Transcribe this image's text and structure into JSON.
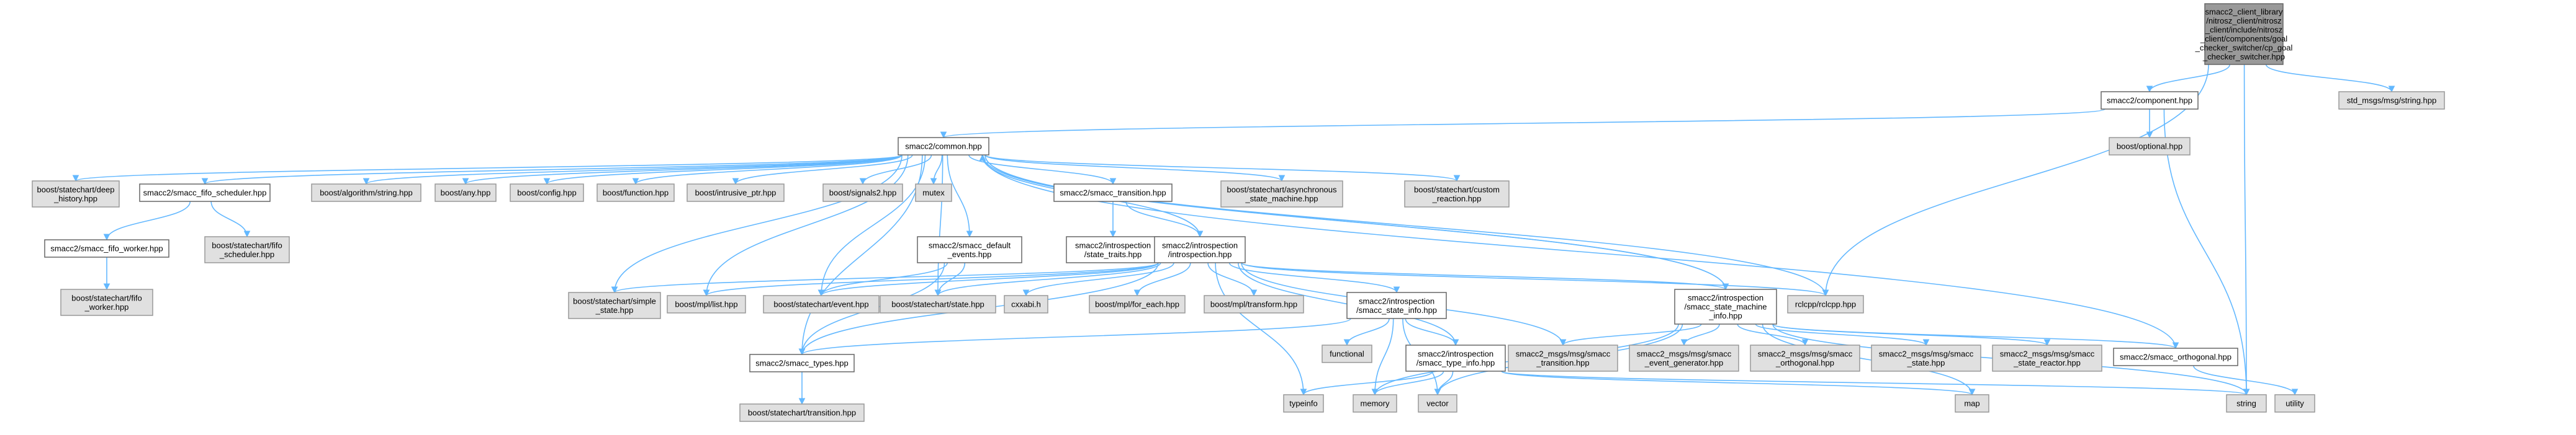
{
  "nodes": [
    {
      "id": "root",
      "lines": [
        "smacc2_client_library",
        "/nitrosz_client/nitrosz",
        "_client/include/nitrosz",
        "_client/components/goal",
        "_checker_switcher/cp_goal",
        "_checker_switcher.hpp"
      ],
      "style": "root"
    },
    {
      "id": "component",
      "lines": [
        "smacc2/component.hpp"
      ],
      "style": "white"
    },
    {
      "id": "std_msgs",
      "lines": [
        "std_msgs/msg/string.hpp"
      ],
      "style": "gray"
    },
    {
      "id": "optional",
      "lines": [
        "boost/optional.hpp"
      ],
      "style": "gray"
    },
    {
      "id": "common",
      "lines": [
        "smacc2/common.hpp"
      ],
      "style": "white"
    },
    {
      "id": "deep_history",
      "lines": [
        "boost/statechart/deep",
        "_history.hpp"
      ],
      "style": "gray"
    },
    {
      "id": "fifo_scheduler",
      "lines": [
        "smacc2/smacc_fifo_scheduler.hpp"
      ],
      "style": "white"
    },
    {
      "id": "algorithm",
      "lines": [
        "boost/algorithm/string.hpp"
      ],
      "style": "gray"
    },
    {
      "id": "any",
      "lines": [
        "boost/any.hpp"
      ],
      "style": "gray"
    },
    {
      "id": "config",
      "lines": [
        "boost/config.hpp"
      ],
      "style": "gray"
    },
    {
      "id": "function",
      "lines": [
        "boost/function.hpp"
      ],
      "style": "gray"
    },
    {
      "id": "intrusive",
      "lines": [
        "boost/intrusive_ptr.hpp"
      ],
      "style": "gray"
    },
    {
      "id": "signals2",
      "lines": [
        "boost/signals2.hpp"
      ],
      "style": "gray"
    },
    {
      "id": "mutex",
      "lines": [
        "mutex"
      ],
      "style": "gray"
    },
    {
      "id": "smacc_transition",
      "lines": [
        "smacc2/smacc_transition.hpp"
      ],
      "style": "white"
    },
    {
      "id": "async_sm",
      "lines": [
        "boost/statechart/asynchronous",
        "_state_machine.hpp"
      ],
      "style": "gray"
    },
    {
      "id": "custom_reaction",
      "lines": [
        "boost/statechart/custom",
        "_reaction.hpp"
      ],
      "style": "gray"
    },
    {
      "id": "fifo_worker",
      "lines": [
        "smacc2/smacc_fifo_worker.hpp"
      ],
      "style": "white"
    },
    {
      "id": "sc_fifo_scheduler",
      "lines": [
        "boost/statechart/fifo",
        "_scheduler.hpp"
      ],
      "style": "gray"
    },
    {
      "id": "sc_fifo_worker",
      "lines": [
        "boost/statechart/fifo",
        "_worker.hpp"
      ],
      "style": "gray"
    },
    {
      "id": "default_events",
      "lines": [
        "smacc2/smacc_default",
        "_events.hpp"
      ],
      "style": "white"
    },
    {
      "id": "state_traits",
      "lines": [
        "smacc2/introspection",
        "/state_traits.hpp"
      ],
      "style": "white"
    },
    {
      "id": "introspection",
      "lines": [
        "smacc2/introspection",
        "/introspection.hpp"
      ],
      "style": "white"
    },
    {
      "id": "simple_state",
      "lines": [
        "boost/statechart/simple",
        "_state.hpp"
      ],
      "style": "gray"
    },
    {
      "id": "mpl_list",
      "lines": [
        "boost/mpl/list.hpp"
      ],
      "style": "gray"
    },
    {
      "id": "sc_event",
      "lines": [
        "boost/statechart/event.hpp"
      ],
      "style": "gray"
    },
    {
      "id": "sc_state",
      "lines": [
        "boost/statechart/state.hpp"
      ],
      "style": "gray"
    },
    {
      "id": "cxxabi",
      "lines": [
        "cxxabi.h"
      ],
      "style": "gray"
    },
    {
      "id": "for_each",
      "lines": [
        "boost/mpl/for_each.hpp"
      ],
      "style": "gray"
    },
    {
      "id": "transform",
      "lines": [
        "boost/mpl/transform.hpp"
      ],
      "style": "gray"
    },
    {
      "id": "sm_info",
      "lines": [
        "smacc2/introspection",
        "/smacc_state_machine",
        "_info.hpp"
      ],
      "style": "white"
    },
    {
      "id": "rclcpp",
      "lines": [
        "rclcpp/rclcpp.hpp"
      ],
      "style": "gray"
    },
    {
      "id": "state_info",
      "lines": [
        "smacc2/introspection",
        "/smacc_state_info.hpp"
      ],
      "style": "white"
    },
    {
      "id": "functional",
      "lines": [
        "functional"
      ],
      "style": "gray"
    },
    {
      "id": "type_info",
      "lines": [
        "smacc2/introspection",
        "/smacc_type_info.hpp"
      ],
      "style": "white"
    },
    {
      "id": "smacc_types",
      "lines": [
        "smacc2/smacc_types.hpp"
      ],
      "style": "white"
    },
    {
      "id": "sc_transition",
      "lines": [
        "boost/statechart/transition.hpp"
      ],
      "style": "gray"
    },
    {
      "id": "msg_transition",
      "lines": [
        "smacc2_msgs/msg/smacc",
        "_transition.hpp"
      ],
      "style": "gray"
    },
    {
      "id": "msg_event_gen",
      "lines": [
        "smacc2_msgs/msg/smacc",
        "_event_generator.hpp"
      ],
      "style": "gray"
    },
    {
      "id": "msg_orthogonal",
      "lines": [
        "smacc2_msgs/msg/smacc",
        "_orthogonal.hpp"
      ],
      "style": "gray"
    },
    {
      "id": "msg_state",
      "lines": [
        "smacc2_msgs/msg/smacc",
        "_state.hpp"
      ],
      "style": "gray"
    },
    {
      "id": "msg_state_reactor",
      "lines": [
        "smacc2_msgs/msg/smacc",
        "_state_reactor.hpp"
      ],
      "style": "gray"
    },
    {
      "id": "smacc_orthogonal",
      "lines": [
        "smacc2/smacc_orthogonal.hpp"
      ],
      "style": "white"
    },
    {
      "id": "typeinfo",
      "lines": [
        "typeinfo"
      ],
      "style": "gray"
    },
    {
      "id": "memory",
      "lines": [
        "memory"
      ],
      "style": "gray"
    },
    {
      "id": "vector",
      "lines": [
        "vector"
      ],
      "style": "gray"
    },
    {
      "id": "map",
      "lines": [
        "map"
      ],
      "style": "gray"
    },
    {
      "id": "string",
      "lines": [
        "string"
      ],
      "style": "gray"
    },
    {
      "id": "utility",
      "lines": [
        "utility"
      ],
      "style": "gray"
    }
  ],
  "edges": [
    [
      "root",
      "component"
    ],
    [
      "root",
      "std_msgs"
    ],
    [
      "root",
      "rclcpp"
    ],
    [
      "root",
      "string"
    ],
    [
      "component",
      "optional"
    ],
    [
      "component",
      "common"
    ],
    [
      "component",
      "string"
    ],
    [
      "common",
      "deep_history"
    ],
    [
      "common",
      "fifo_scheduler"
    ],
    [
      "common",
      "algorithm"
    ],
    [
      "common",
      "any"
    ],
    [
      "common",
      "config"
    ],
    [
      "common",
      "function"
    ],
    [
      "common",
      "intrusive"
    ],
    [
      "common",
      "signals2"
    ],
    [
      "common",
      "mutex"
    ],
    [
      "common",
      "smacc_transition"
    ],
    [
      "common",
      "async_sm"
    ],
    [
      "common",
      "custom_reaction"
    ],
    [
      "common",
      "default_events"
    ],
    [
      "common",
      "introspection"
    ],
    [
      "common",
      "simple_state"
    ],
    [
      "common",
      "mpl_list"
    ],
    [
      "common",
      "sc_event"
    ],
    [
      "common",
      "sc_state"
    ],
    [
      "common",
      "rclcpp"
    ],
    [
      "common",
      "smacc_types"
    ],
    [
      "common",
      "sm_info"
    ],
    [
      "fifo_scheduler",
      "fifo_worker"
    ],
    [
      "fifo_scheduler",
      "sc_fifo_scheduler"
    ],
    [
      "fifo_worker",
      "sc_fifo_worker"
    ],
    [
      "smacc_transition",
      "state_traits"
    ],
    [
      "smacc_transition",
      "introspection"
    ],
    [
      "default_events",
      "sc_event"
    ],
    [
      "default_events",
      "sc_state"
    ],
    [
      "default_events",
      "smacc_types"
    ],
    [
      "introspection",
      "simple_state"
    ],
    [
      "introspection",
      "mpl_list"
    ],
    [
      "introspection",
      "sc_event"
    ],
    [
      "introspection",
      "sc_state"
    ],
    [
      "introspection",
      "cxxabi"
    ],
    [
      "introspection",
      "for_each"
    ],
    [
      "introspection",
      "transform"
    ],
    [
      "introspection",
      "sm_info"
    ],
    [
      "introspection",
      "rclcpp"
    ],
    [
      "introspection",
      "state_info"
    ],
    [
      "introspection",
      "type_info"
    ],
    [
      "introspection",
      "smacc_types"
    ],
    [
      "introspection",
      "msg_transition"
    ],
    [
      "introspection",
      "typeinfo"
    ],
    [
      "sm_info",
      "common"
    ],
    [
      "sm_info",
      "msg_transition"
    ],
    [
      "sm_info",
      "msg_event_gen"
    ],
    [
      "sm_info",
      "msg_orthogonal"
    ],
    [
      "sm_info",
      "msg_state"
    ],
    [
      "sm_info",
      "msg_state_reactor"
    ],
    [
      "sm_info",
      "smacc_orthogonal"
    ],
    [
      "sm_info",
      "memory"
    ],
    [
      "sm_info",
      "vector"
    ],
    [
      "sm_info",
      "map"
    ],
    [
      "sm_info",
      "string"
    ],
    [
      "state_info",
      "functional"
    ],
    [
      "state_info",
      "smacc_types"
    ],
    [
      "state_info",
      "type_info"
    ],
    [
      "state_info",
      "memory"
    ],
    [
      "state_info",
      "vector"
    ],
    [
      "type_info",
      "typeinfo"
    ],
    [
      "type_info",
      "memory"
    ],
    [
      "type_info",
      "vector"
    ],
    [
      "type_info",
      "map"
    ],
    [
      "type_info",
      "string"
    ],
    [
      "smacc_types",
      "sc_transition"
    ],
    [
      "smacc_orthogonal",
      "common"
    ],
    [
      "smacc_orthogonal",
      "utility"
    ]
  ]
}
